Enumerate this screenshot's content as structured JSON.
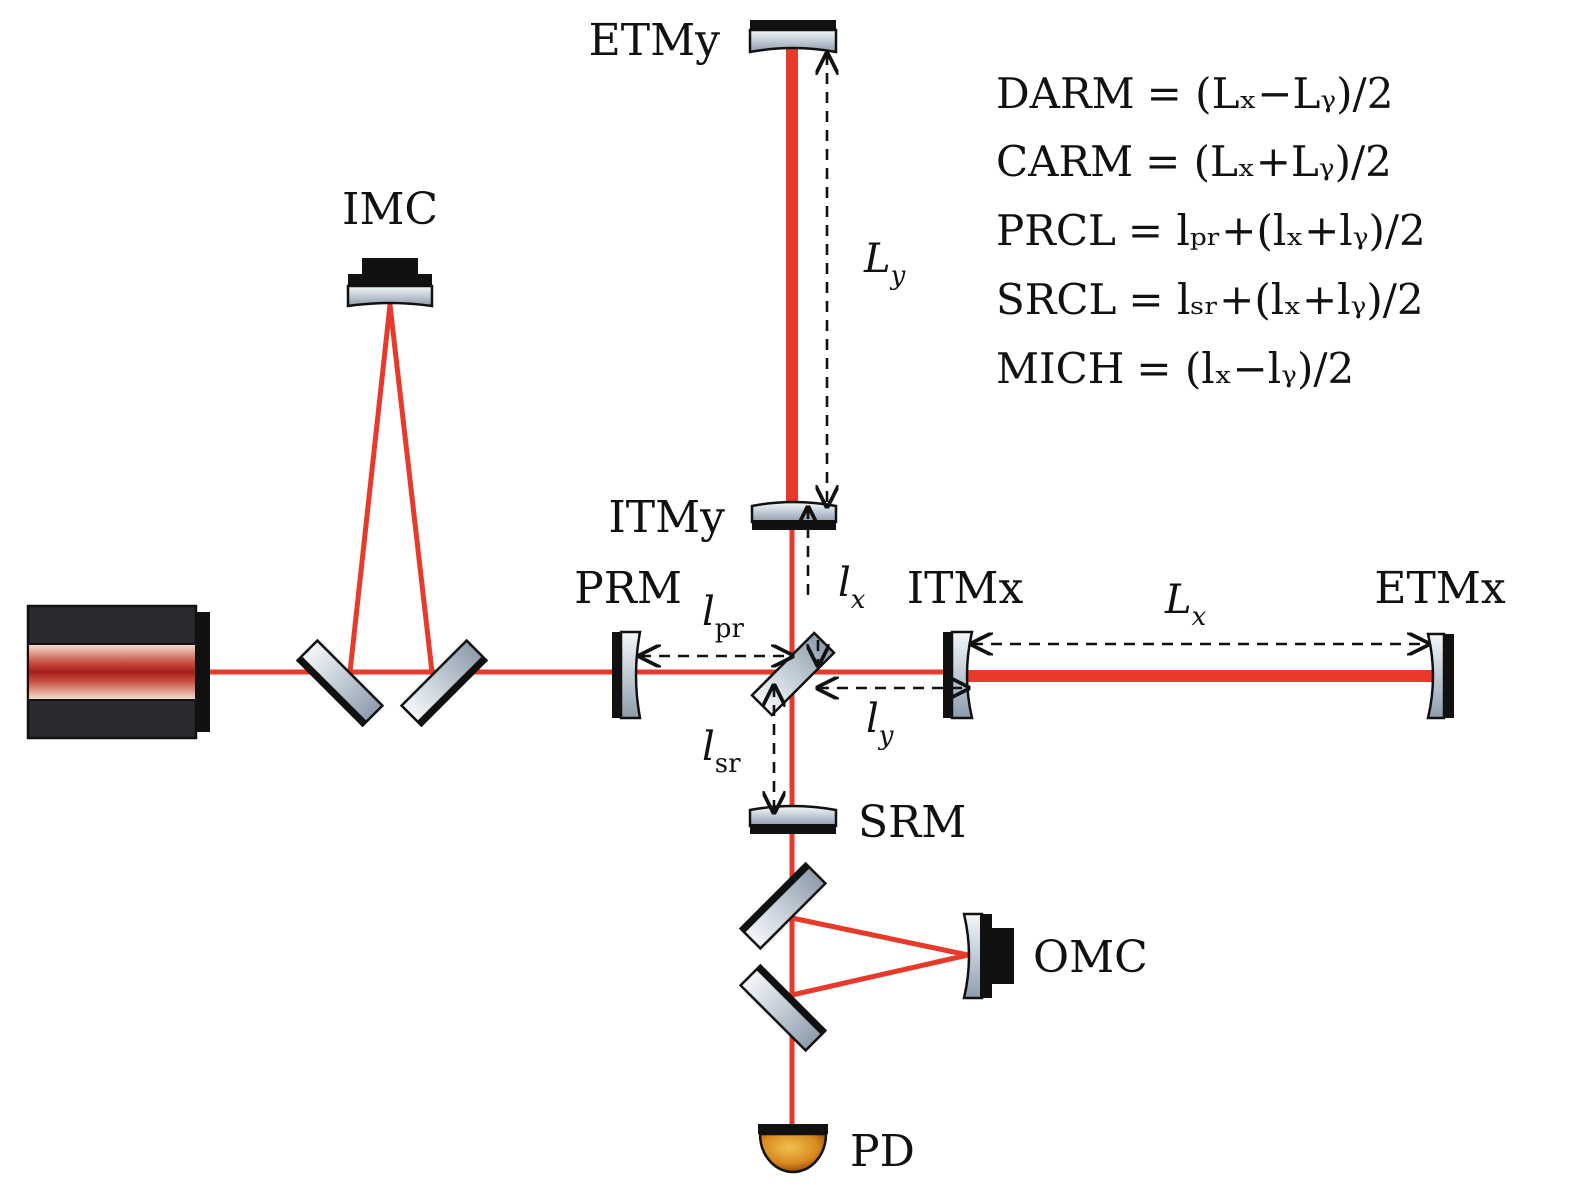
{
  "components": {
    "imc": "IMC",
    "etmy": "ETMy",
    "itmy": "ITMy",
    "prm": "PRM",
    "itmx": "ITMx",
    "etmx": "ETMx",
    "srm": "SRM",
    "omc": "OMC",
    "pd": "PD"
  },
  "lengths": {
    "Ly": {
      "main": "L",
      "sub": "y"
    },
    "Lx": {
      "main": "L",
      "sub": "x"
    },
    "lpr": {
      "main": "l",
      "sub": "pr"
    },
    "lx": {
      "main": "l",
      "sub": "x"
    },
    "ly": {
      "main": "l",
      "sub": "y"
    },
    "lsr": {
      "main": "l",
      "sub": "sr"
    }
  },
  "equations": [
    {
      "name": "DARM",
      "rhs": "= (Lₓ−Lᵧ)/2"
    },
    {
      "name": "CARM",
      "rhs": "= (Lₓ+Lᵧ)/2"
    },
    {
      "name": "PRCL",
      "rhs": "= lₚᵣ+(lₓ+lᵧ)/2"
    },
    {
      "name": "SRCL",
      "rhs": "= lₛᵣ+(lₓ+lᵧ)/2"
    },
    {
      "name": "MICH",
      "rhs": "= (lₓ−lᵧ)/2"
    }
  ],
  "colors": {
    "beam": "#e8392a",
    "coating": "#111111",
    "substrate": "#b9c6d2",
    "photodiode": "#d98a1e"
  }
}
